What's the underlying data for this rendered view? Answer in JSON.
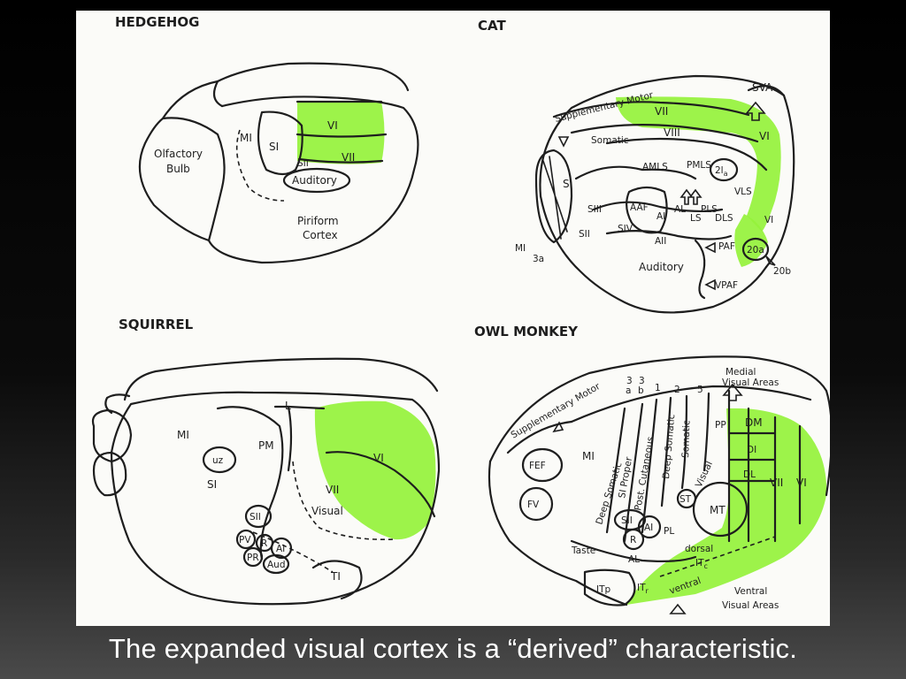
{
  "caption": "The expanded visual cortex is a “derived” characteristic.",
  "colors": {
    "visual_area_highlight": "#95f23b",
    "background": "#000000",
    "figure_paper": "#fbfbf8",
    "ink": "#1e1e1e"
  },
  "figure": {
    "hedgehog": {
      "title": "HEDGEHOG",
      "labels": {
        "vi": "VI",
        "vii": "VII",
        "mi": "MI",
        "si": "SI",
        "sii": "SII",
        "auditory": "Auditory",
        "olfactory": "Olfactory",
        "bulb": "Bulb",
        "piriform": "Piriform",
        "cortex": "Cortex"
      }
    },
    "cat": {
      "title": "CAT",
      "labels": {
        "sva": "SVA",
        "supplementary_motor": "Supplementary Motor",
        "vii": "VII",
        "viii": "VIII",
        "vi": "VI",
        "somatic": "Somatic",
        "amls": "AMLS",
        "pmls": "PMLS",
        "two_la": "2l",
        "two_la_sub": "a",
        "si": "SI",
        "aaf": "AAF",
        "ai": "AI",
        "vls": "VLS",
        "siii": "SIII",
        "sii": "SII",
        "siv": "SIV",
        "all": "AII",
        "al": "AL",
        "ls": "LS",
        "pls": "PLS",
        "dls": "DLS",
        "vi_side": "VI",
        "paf": "PAF",
        "twenty_a": "20a",
        "twenty_b": "20b",
        "auditory": "Auditory",
        "vpaf": "VPAF",
        "mi": "MI",
        "three_a": "3a"
      }
    },
    "squirrel": {
      "title": "SQUIRREL",
      "labels": {
        "l": "L",
        "mi": "MI",
        "uz": "uz",
        "pm": "PM",
        "vi": "VI",
        "vii": "VII",
        "si": "SI",
        "visual": "Visual",
        "sii": "SII",
        "pv": "PV",
        "r": "R",
        "ai": "AI",
        "pr": "PR",
        "aud": "Aud",
        "ti": "TI"
      }
    },
    "owl_monkey": {
      "title": "OWL MONKEY",
      "labels": {
        "supplementary_motor": "Supplementary Motor",
        "three_a": "3",
        "three_a_sub": "a",
        "three_b": "3",
        "three_b_sub": "b",
        "one": "1",
        "two": "2",
        "five": "5",
        "medial": "Medial",
        "visual_areas": "Visual Areas",
        "fef": "FEF",
        "mi": "MI",
        "fv": "FV",
        "deep_somatic": "Deep Somatic",
        "si_proper": "SI Proper",
        "post_cutaneous": "Post. Cutaneous",
        "deep_somatic_2": "Deep Somatic",
        "somatic": "Somatic",
        "pp": "PP",
        "dm": "DM",
        "di": "DI",
        "dl": "DL",
        "vii": "VII",
        "vi": "VI",
        "visual": "Visual",
        "mt": "MT",
        "st": "ST",
        "sii": "SII",
        "ai": "AI",
        "pl": "PL",
        "r": "R",
        "taste": "Taste",
        "al": "AL",
        "dorsal": "dorsal",
        "itc": "IT",
        "itc_sub": "c",
        "ventral": "ventral",
        "itp": "ITp",
        "itr": "IT",
        "itr_sub": "r",
        "ventral_label": "Ventral",
        "visual_areas_2": "Visual Areas"
      }
    }
  }
}
